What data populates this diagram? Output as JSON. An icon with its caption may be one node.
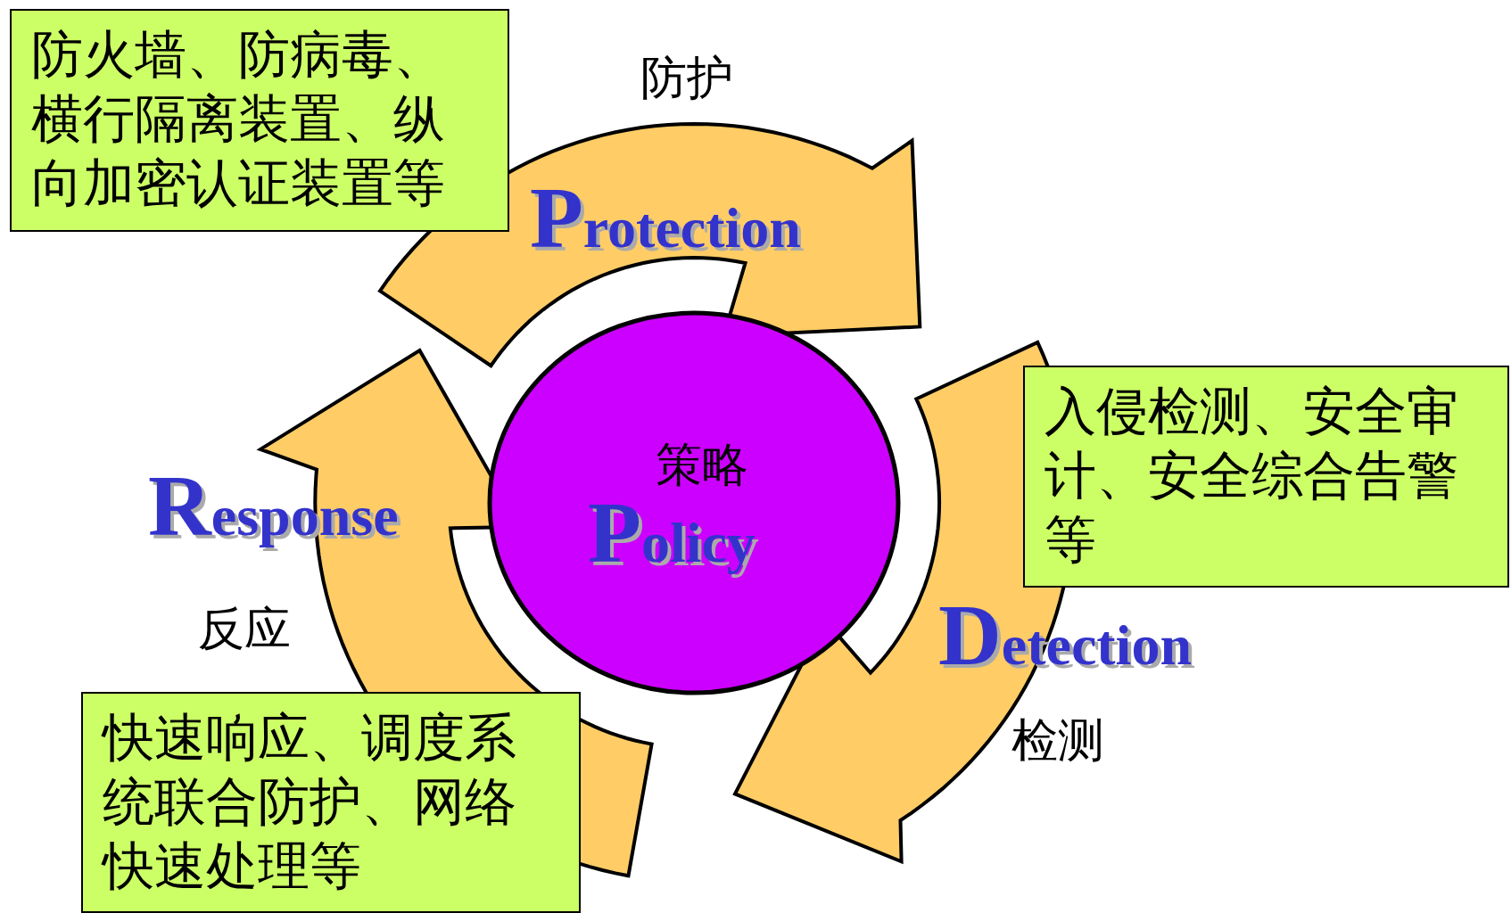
{
  "diagram": {
    "nodes": [
      {
        "text": [
          "防火墙、防病毒、横行隔离装置、纵向加密认证装置等"
        ]
      },
      {
        "text": [
          "防护",
          "Protection"
        ]
      },
      {
        "text": [
          "入侵检测、安全审计、安全综合告警等"
        ]
      },
      {
        "text": [
          "Response",
          "反应"
        ]
      },
      {
        "text": [
          "策略",
          "Policy"
        ]
      },
      {
        "text": [
          "Detection",
          "检测"
        ]
      },
      {
        "text": [
          "快速响应、调度系统联合防护、网络快速处理等"
        ]
      }
    ]
  }
}
